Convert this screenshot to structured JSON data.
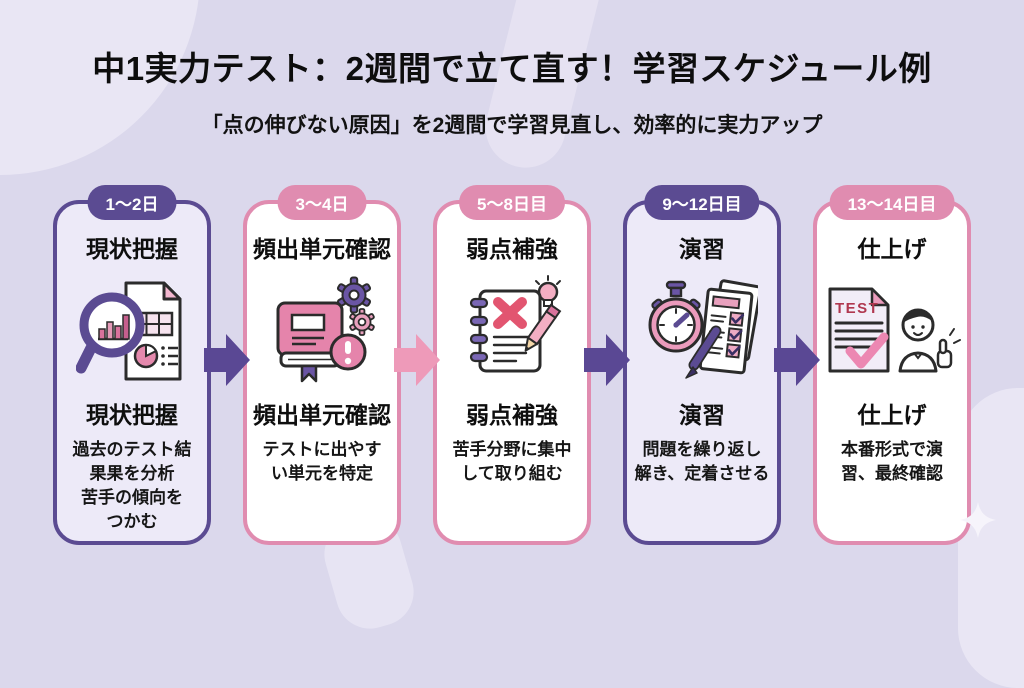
{
  "page": {
    "title": "中1実力テスト：2週間で立て直す！学習スケジュール例",
    "subtitle": "「点の伸びない原因」を2週間で学習見直し、効率的に実力アップ"
  },
  "colors": {
    "background": "#dbd8ec",
    "background_blob": "#e9e6f4",
    "purple_accent": "#5b4b92",
    "pink_accent": "#e08cb0",
    "pink_arrow": "#ee9ab9",
    "card_lavender_fill": "#edeaf8",
    "card_white_fill": "#ffffff",
    "text": "#0e0e0e",
    "test_label_red": "#b0374f"
  },
  "steps": [
    {
      "badge": "1〜2日",
      "title": "現状把握",
      "subtitle": "現状把握",
      "description": "過去のテスト結\n果果を分析\n苦手の傾向を\nつかむ",
      "icon": "magnifier-report-icon",
      "theme": "purple"
    },
    {
      "badge": "3〜4日",
      "title": "頻出単元確認",
      "subtitle": "頻出単元確認",
      "description": "テストに出やす\nい単元を特定",
      "icon": "book-gears-icon",
      "theme": "pink"
    },
    {
      "badge": "5〜8日目",
      "title": "弱点補強",
      "subtitle": "弱点補強",
      "description": "苦手分野に集中\nして取り組む",
      "icon": "notebook-pencil-icon",
      "theme": "pink"
    },
    {
      "badge": "9〜12日目",
      "title": "演習",
      "subtitle": "演習",
      "description": "問題を繰り返し\n解き、定着させる",
      "icon": "stopwatch-checklist-icon",
      "theme": "purple"
    },
    {
      "badge": "13〜14日目",
      "title": "仕上げ",
      "subtitle": "仕上げ",
      "description": "本番形式で演\n習、最終確認",
      "icon": "test-thumbsup-icon",
      "icon_label": "TEST",
      "theme": "pink"
    }
  ],
  "arrows": [
    {
      "theme": "purple"
    },
    {
      "theme": "pink"
    },
    {
      "theme": "purple"
    },
    {
      "theme": "purple"
    }
  ]
}
